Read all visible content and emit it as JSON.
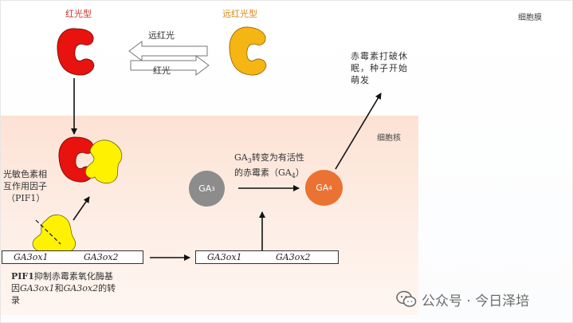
{
  "labels": {
    "red_light_form": "红光型",
    "far_red_light_form": "远红光型",
    "cell_membrane": "细胞膜",
    "far_red_light": "远红光",
    "red_light": "红光",
    "result_line1": "赤霉素打破休",
    "result_line2": "眠，种子开始",
    "result_line3": "萌发",
    "nucleus": "细胞核",
    "pif_line1": "光敏色素相",
    "pif_line2": "互作用因子",
    "pif_line3": "（PIF1）",
    "conversion_prefix": "GA",
    "conversion_sub": "3",
    "conversion_line1_rest": "转变为有活性",
    "conversion_line2_start": "的赤霉素（GA",
    "conversion_line2_sub": "4",
    "conversion_line2_end": "）",
    "bottom_pif": "PIF1",
    "bottom_line1_rest": "抑制赤霉素氧化酶基",
    "bottom_line2_start": "因",
    "bottom_gene1": "GA3ox1",
    "bottom_and": "和",
    "bottom_gene2": "GA3ox2",
    "bottom_line2_end": "的转",
    "bottom_line3": "录"
  },
  "genes": {
    "left_box": {
      "gene1": "GA3ox1",
      "gene2": "GA3ox2"
    },
    "right_box": {
      "gene1": "GA3ox1",
      "gene2": "GA3ox2"
    }
  },
  "circles": {
    "ga3": {
      "main": "GA",
      "sub": "3"
    },
    "ga4": {
      "main": "GA",
      "sub": "4"
    }
  },
  "watermark": {
    "text": "公众号 · 今日泽培"
  },
  "colors": {
    "red_form": "#e8120e",
    "far_red_form": "#f5b512",
    "pif": "#fff200",
    "ga3_circle": "#8c8c8c",
    "ga4_circle": "#ea7232",
    "nucleus_fill": "#fde2d4"
  }
}
